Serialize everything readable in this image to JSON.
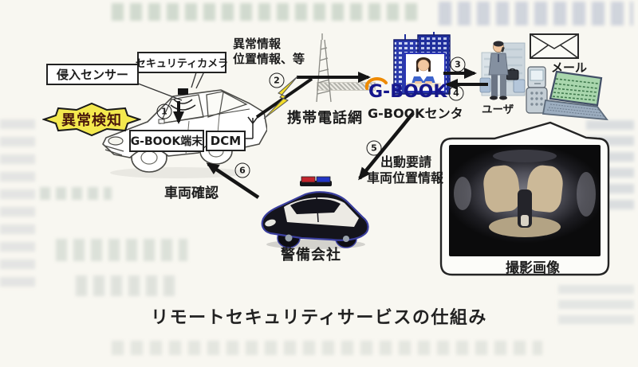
{
  "figure": {
    "caption": "リモートセキュリティサービスの仕組み",
    "labels": {
      "intrusion_sensor": "侵入センサー",
      "security_camera": "セキュリティカメラ",
      "anomaly_detected": "異常検知",
      "gbook_terminal": "G-BOOK端末",
      "dcm": "DCM",
      "mobile_network": "携帯電話網",
      "gbook_logo": "G-BOOK",
      "gbook_center": "G-BOOKセンタ",
      "user": "ユーザ",
      "mail": "メール",
      "security_company": "警備会社",
      "camera_image": "撮影画像"
    },
    "annotations": {
      "step2_line1": "異常情報",
      "step2_line2": "位置情報、等",
      "step5_line1": "出動要請",
      "step5_line2": "車両位置情報",
      "step6": "車両確認"
    },
    "steps": {
      "s1": "1",
      "s2": "2",
      "s3": "3",
      "s4": "4",
      "s5": "5",
      "s6": "6"
    },
    "colors": {
      "starburst_yellow": "#f4e94e",
      "gbook_navy": "#16178c",
      "gbook_orange": "#ee8a00",
      "arrow_black": "#151515",
      "police_outline": "#3b3f9e"
    }
  }
}
